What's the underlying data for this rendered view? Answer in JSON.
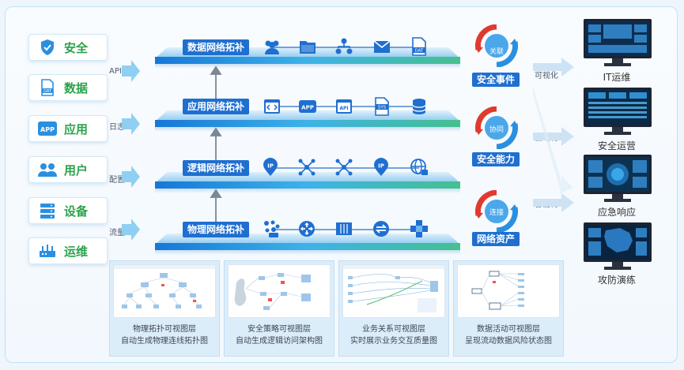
{
  "left_categories": [
    {
      "label": "安全",
      "icon": "shield-icon"
    },
    {
      "label": "数据",
      "icon": "data-file-icon"
    },
    {
      "label": "应用",
      "icon": "app-icon"
    },
    {
      "label": "用户",
      "icon": "users-icon"
    },
    {
      "label": "设备",
      "icon": "server-icon"
    },
    {
      "label": "运维",
      "icon": "router-icon"
    }
  ],
  "input_labels": [
    "API",
    "日志",
    "配置",
    "流量"
  ],
  "layers": [
    {
      "title": "数据网络拓补",
      "icons": [
        "users-icon",
        "folder-icon",
        "org-chart-icon",
        "mail-icon",
        "dat-file-icon"
      ]
    },
    {
      "title": "应用网络拓补",
      "icons": [
        "code-window-icon",
        "app-icon",
        "api-window-icon",
        "sys-file-icon",
        "database-icon"
      ]
    },
    {
      "title": "逻辑网络拓补",
      "icons": [
        "ip-pin-icon",
        "network-node-icon",
        "network-node-icon",
        "ip-pin-icon",
        "globe-lock-icon"
      ]
    },
    {
      "title": "物理网络拓补",
      "icons": [
        "cloud-cluster-icon",
        "router-icon",
        "rack-icon",
        "switch-icon",
        "firewall-icon"
      ]
    }
  ],
  "cycles": [
    {
      "inner": "关联",
      "label": "安全事件"
    },
    {
      "inner": "协同",
      "label": "安全能力"
    },
    {
      "inner": "连接",
      "label": "网络资产"
    }
  ],
  "output_labels": [
    "可视化",
    "自动化",
    "智能化"
  ],
  "screens": [
    "IT运维",
    "安全运营",
    "应急响应",
    "攻防演练"
  ],
  "panels": [
    {
      "line1": "物理拓扑可视图层",
      "line2": "自动生成物理连线拓扑图"
    },
    {
      "line1": "安全策略可视图层",
      "line2": "自动生成逻辑访问架构图"
    },
    {
      "line1": "业务关系可视图层",
      "line2": "实时展示业务交互质量图"
    },
    {
      "line1": "数据活动可视图层",
      "line2": "呈现流动数据风险状态图"
    }
  ],
  "colors": {
    "accent": "#1f6fd0",
    "green": "#2aa34a",
    "red": "#e03a2f",
    "blue": "#2b8fe0"
  }
}
